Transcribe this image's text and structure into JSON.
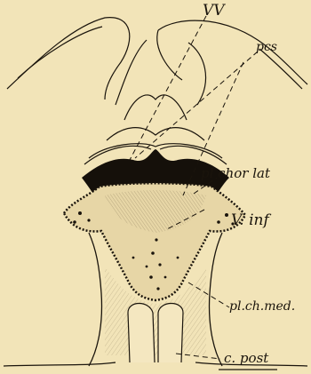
{
  "figure": {
    "labels": {
      "vv": "VV",
      "pcs": "pcs",
      "pl_chor_lat": "pl chor lat",
      "v_inf": "V. inf",
      "pl_ch_med": "pl.ch.med.",
      "c_post": "c. post"
    },
    "colors": {
      "paper": "#f2e4b8",
      "ink": "#1a140c",
      "hatch": "#8a7a5a"
    }
  }
}
